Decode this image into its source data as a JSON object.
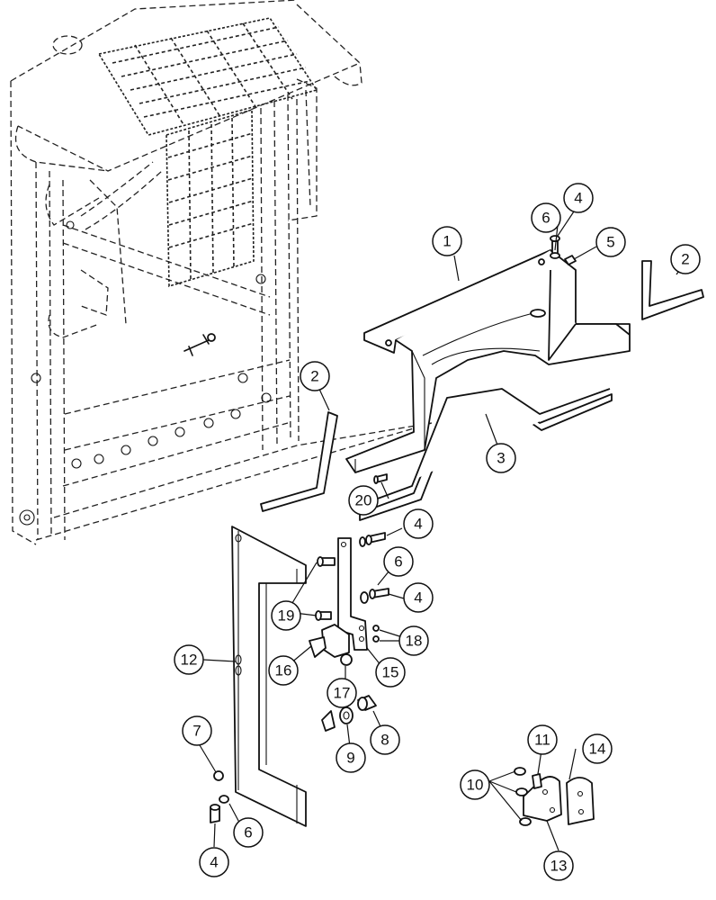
{
  "callouts": [
    {
      "label": "1"
    },
    {
      "label": "2"
    },
    {
      "label": "2"
    },
    {
      "label": "3"
    },
    {
      "label": "4"
    },
    {
      "label": "4"
    },
    {
      "label": "4"
    },
    {
      "label": "4"
    },
    {
      "label": "5"
    },
    {
      "label": "6"
    },
    {
      "label": "6"
    },
    {
      "label": "6"
    },
    {
      "label": "7"
    },
    {
      "label": "8"
    },
    {
      "label": "9"
    },
    {
      "label": "10"
    },
    {
      "label": "11"
    },
    {
      "label": "12"
    },
    {
      "label": "13"
    },
    {
      "label": "14"
    },
    {
      "label": "15"
    },
    {
      "label": "16"
    },
    {
      "label": "17"
    },
    {
      "label": "18"
    },
    {
      "label": "19"
    },
    {
      "label": "20"
    }
  ]
}
